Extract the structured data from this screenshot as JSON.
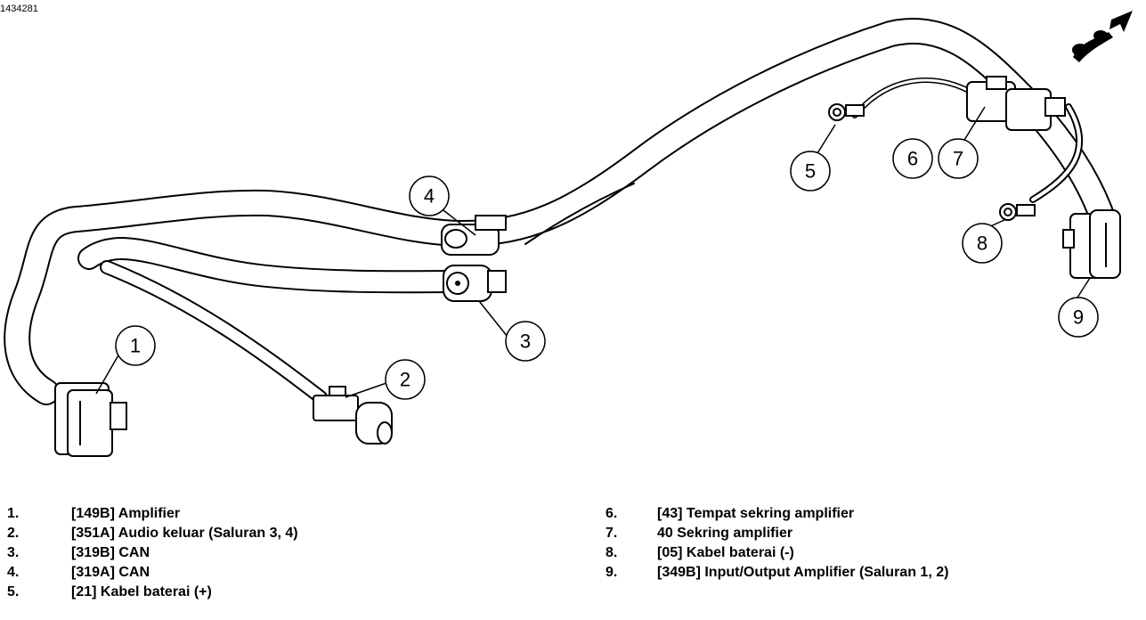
{
  "figure_id": "1434281",
  "callouts": [
    "1",
    "2",
    "3",
    "4",
    "5",
    "6",
    "7",
    "8",
    "9"
  ],
  "legend": [
    {
      "num": "1.",
      "text": "[149B] Amplifier"
    },
    {
      "num": "2.",
      "text": "[351A] Audio keluar (Saluran 3, 4)"
    },
    {
      "num": "3.",
      "text": "[319B] CAN"
    },
    {
      "num": "4.",
      "text": "[319A] CAN"
    },
    {
      "num": "5.",
      "text": "[21] Kabel baterai (+)"
    },
    {
      "num": "6.",
      "text": "[43] Tempat sekring amplifier"
    },
    {
      "num": "7.",
      "text": "40 Sekring amplifier"
    },
    {
      "num": "8.",
      "text": "[05] Kabel baterai (-)"
    },
    {
      "num": "9.",
      "text": "[349B] Input/Output Amplifier (Saluran 1, 2)"
    }
  ],
  "icons": {
    "orientation": "motorcycle-arrow-icon"
  },
  "colors": {
    "line": "#000000",
    "background": "#ffffff"
  }
}
